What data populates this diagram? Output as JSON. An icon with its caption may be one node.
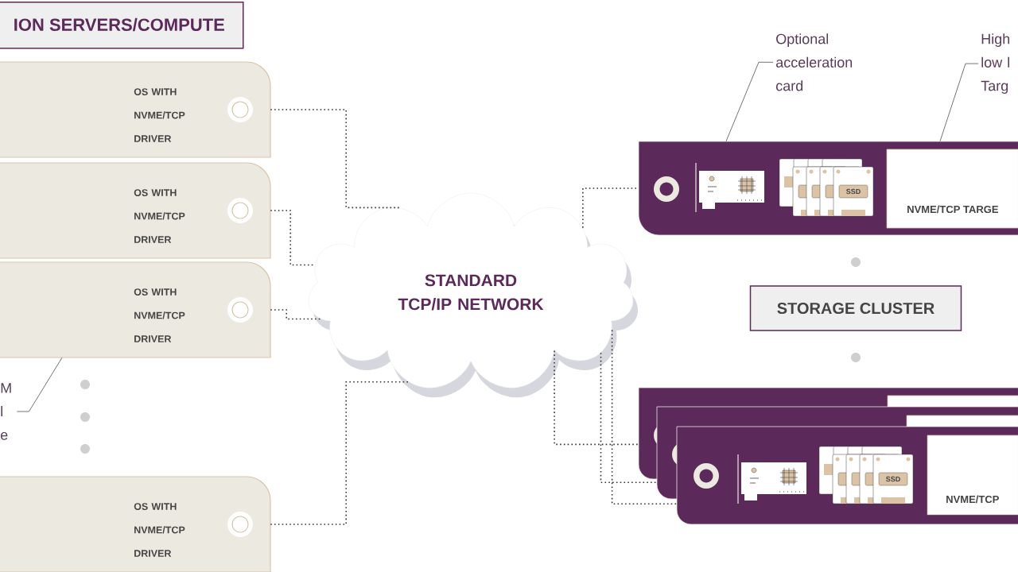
{
  "diagram": {
    "nodes": [
      {
        "text": [
          "ION SERVERS/COMPUTE"
        ]
      },
      {
        "text": [
          "OS WITH NVME/TCP DRIVER"
        ]
      },
      {
        "text": [
          "OS WITH NVME/TCP DRIVER"
        ]
      },
      {
        "text": [
          "OS WITH NVME/TCP DRIVER"
        ]
      },
      {
        "text": [
          "OS WITH NVME/TCP DRIVER"
        ]
      },
      {
        "text": [
          "STANDARD TCP/IP NETWORK"
        ]
      },
      {
        "text": [
          "NVME/TCP TARGE"
        ]
      },
      {
        "text": [
          "STORAGE CLUSTER"
        ]
      },
      {
        "text": [],
        "shape": "box"
      },
      {
        "text": [],
        "shape": "box"
      },
      {
        "text": [
          "NVME/TCP"
        ]
      },
      {
        "text": [
          "Optional acceleration card"
        ]
      },
      {
        "text": [
          "High low l Targ"
        ]
      },
      {
        "text": [
          "M l e"
        ]
      }
    ],
    "edges": [
      {
        "from": 1,
        "to": 5,
        "arrow": "none",
        "style": "dashed"
      },
      {
        "from": 2,
        "to": 5,
        "arrow": "none",
        "style": "dashed"
      },
      {
        "from": 3,
        "to": 5,
        "arrow": "none",
        "style": "dashed"
      },
      {
        "from": 4,
        "to": 5,
        "arrow": "none",
        "style": "dashed"
      },
      {
        "from": 5,
        "to": 6,
        "arrow": "none",
        "style": "dashed"
      },
      {
        "from": 5,
        "to": 8,
        "arrow": "none",
        "style": "dashed"
      },
      {
        "from": 5,
        "to": 9,
        "arrow": "none",
        "style": "dashed"
      },
      {
        "from": 5,
        "to": 10,
        "arrow": "none",
        "style": "dashed"
      },
      {
        "from": 11,
        "to": 6,
        "arrow": "none"
      },
      {
        "from": 12,
        "to": 6,
        "arrow": "none"
      },
      {
        "from": 13,
        "to": 3,
        "arrow": "none"
      }
    ],
    "labels": [
      "SSD",
      "SSD"
    ]
  }
}
